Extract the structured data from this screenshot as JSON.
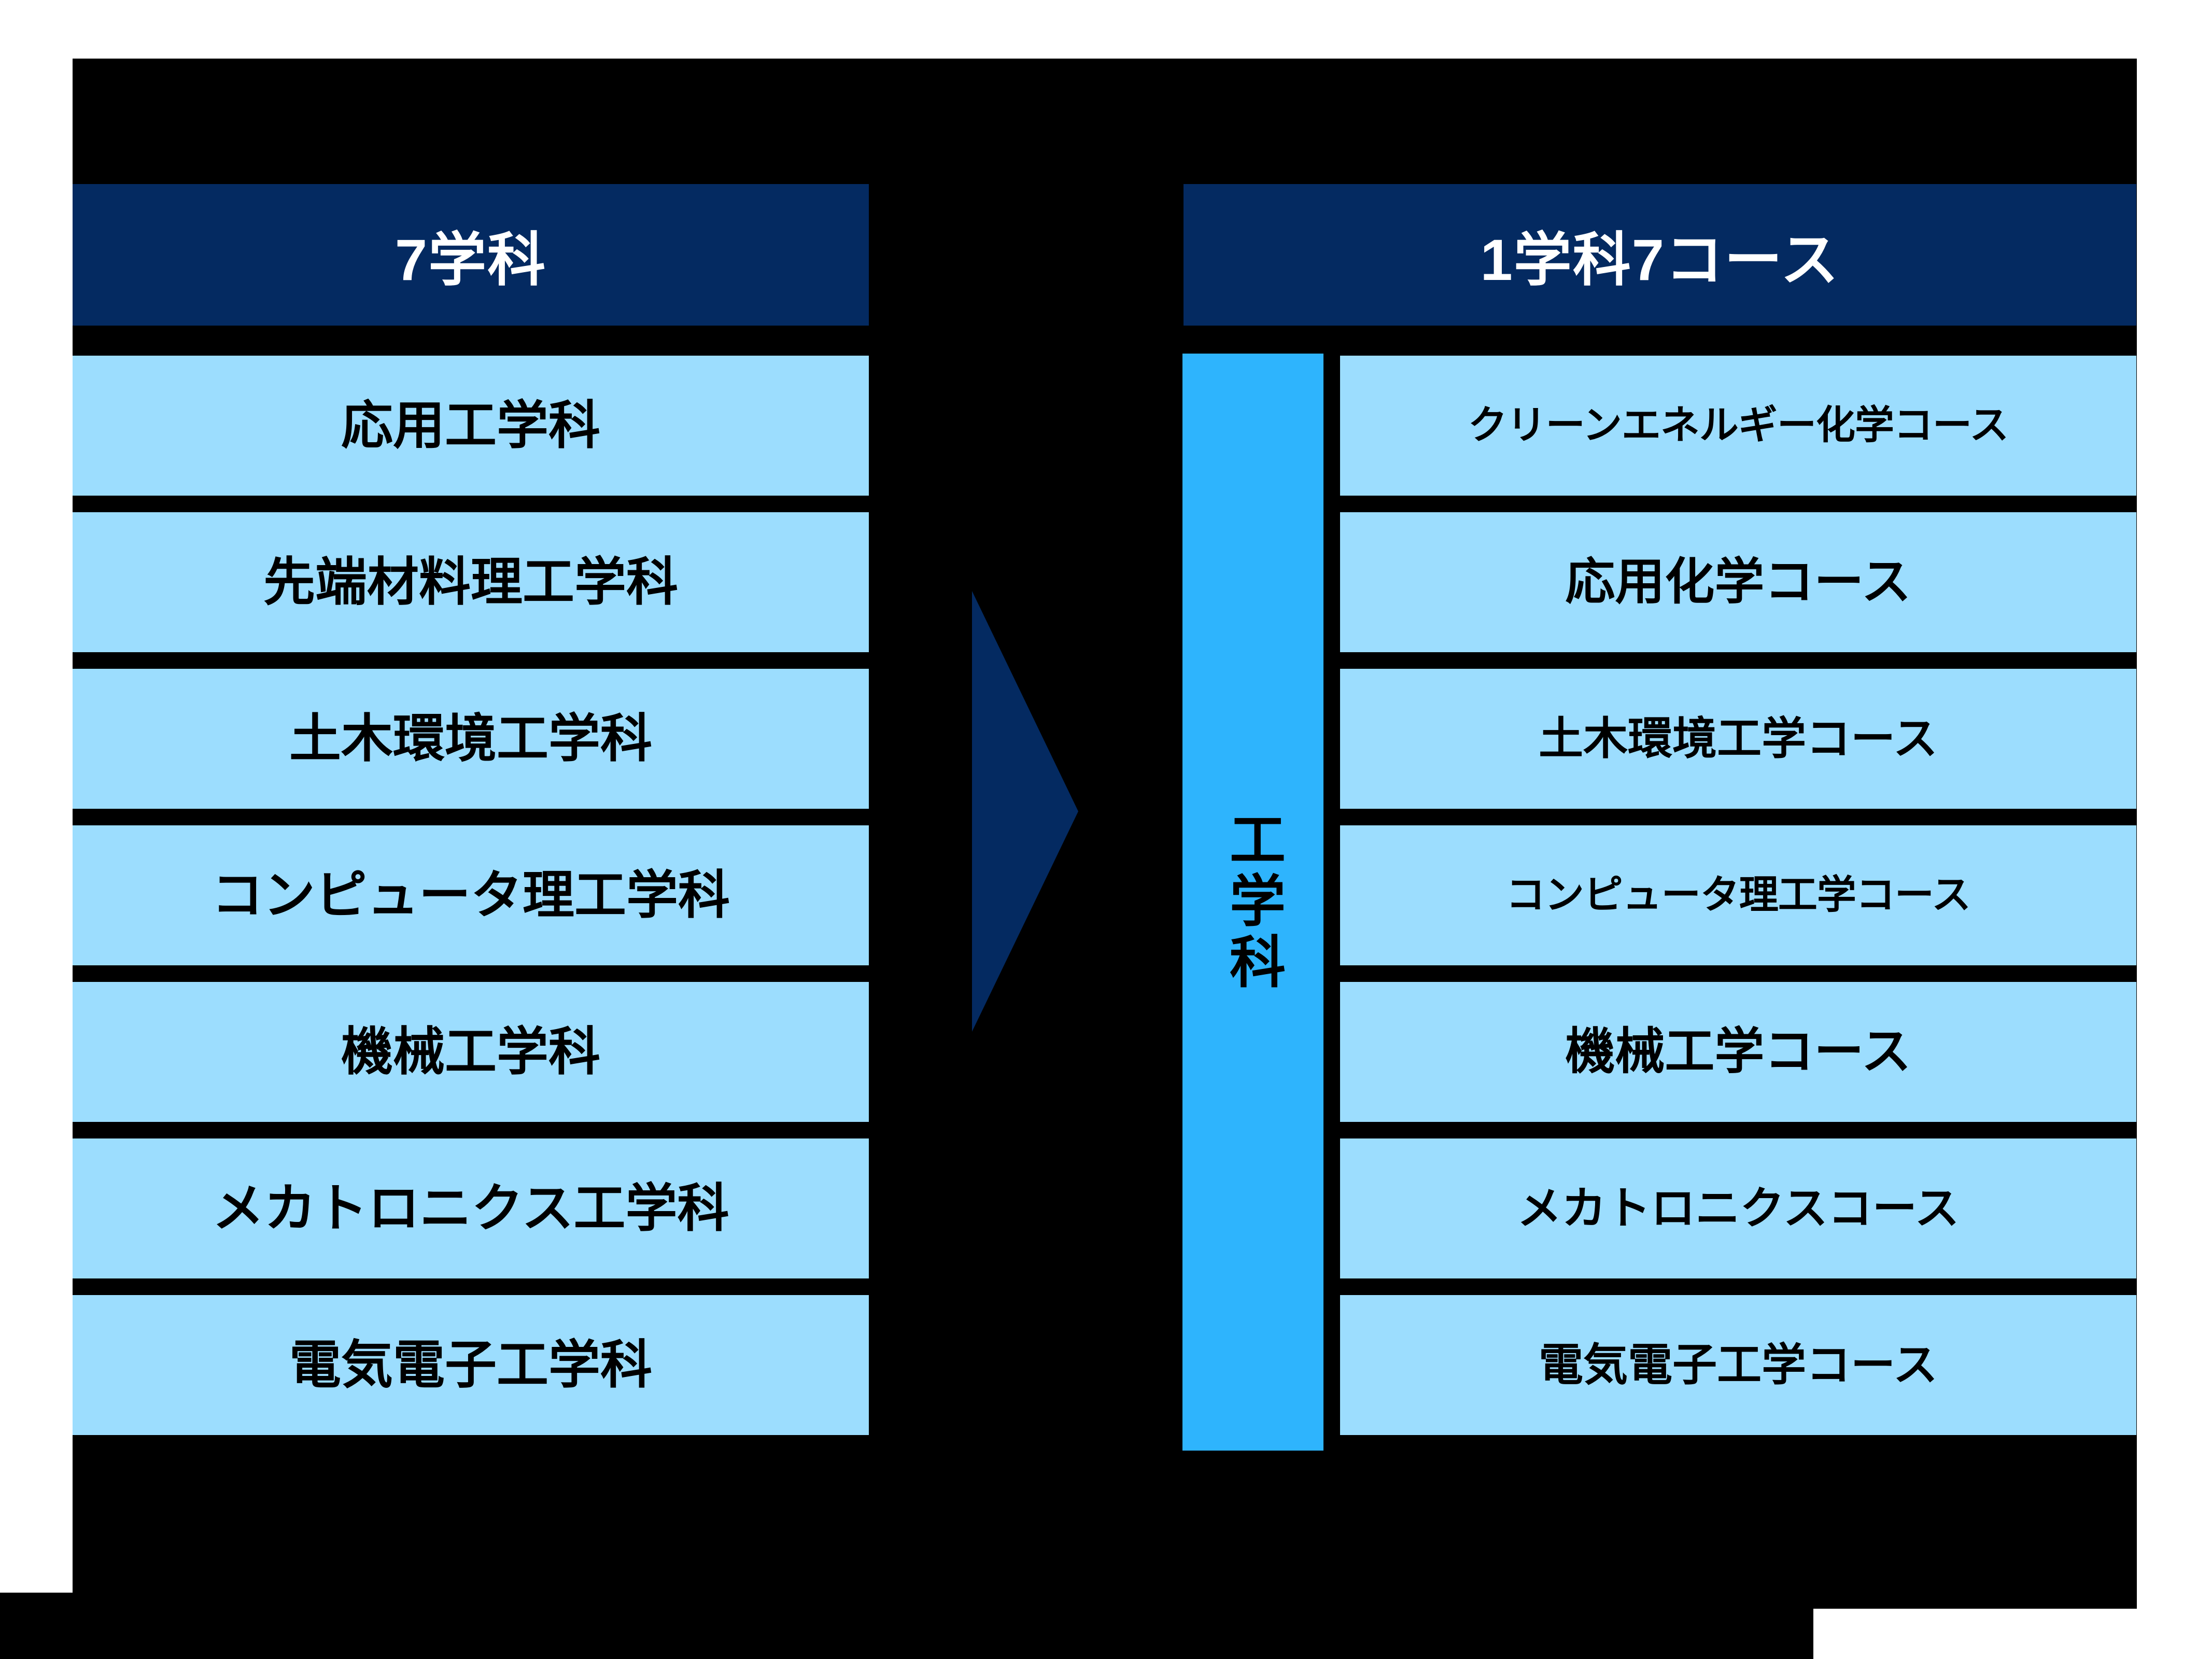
{
  "theme": {
    "background": "#000000",
    "page_background": "#ffffff",
    "header_bg": "#042a61",
    "header_text": "#ffffff",
    "row_bg": "#9cddfe",
    "row_text": "#000000",
    "faculty_bar_bg": "#2eb4fd",
    "faculty_bar_text": "#000000",
    "arrow_color": "#042a61"
  },
  "left_panel": {
    "header": "7学科",
    "rows": [
      "応用工学科",
      "先端材料理工学科",
      "土木環境工学科",
      "コンピュータ理工学科",
      "機械工学科",
      "メカトロニクス工学科",
      "電気電子工学科"
    ]
  },
  "arrow": {
    "icon": "triangle-right-icon",
    "direction": "right"
  },
  "right_panel": {
    "header": "1学科7コース",
    "faculty_bar_label": "工学科",
    "rows": [
      "クリーンエネルギー化学コース",
      "応用化学コース",
      "土木環境工学コース",
      "コンピュータ理工学コース",
      "機械工学コース",
      "メカトロニクスコース",
      "電気電子工学コース"
    ]
  }
}
